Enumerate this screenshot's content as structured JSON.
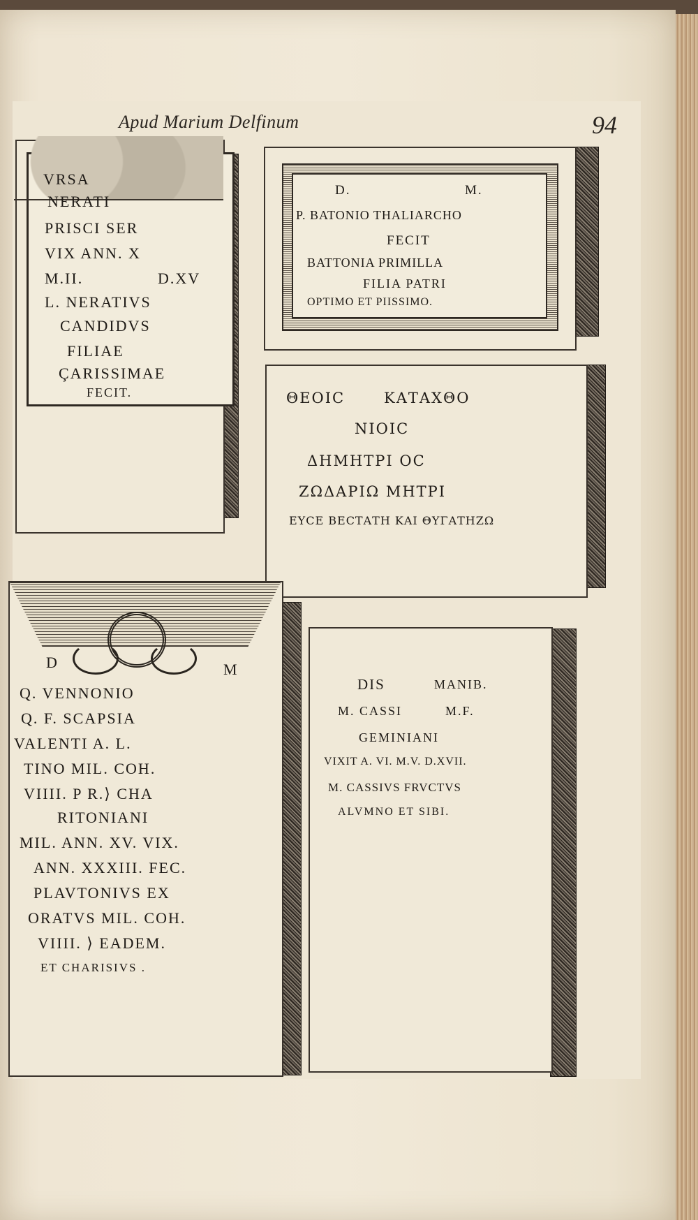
{
  "running_head": "Apud Marium Delfinum",
  "page_number": "94",
  "inscriptions": [
    {
      "id": "top-left",
      "lines": [
        "VRSA",
        "NERATI",
        "PRISCI SER",
        "VIX ANN. X",
        "M.II.",
        "D.XV",
        "L. NERATIVS",
        "CANDIDVS",
        "FILIAE",
        "ÇARISSIMAE",
        "FECIT."
      ]
    },
    {
      "id": "top-right",
      "lines": [
        "D.",
        "M.",
        "P. BATONIO THALIARCHO",
        "FECIT",
        "BATTONIA PRIMILLA",
        "FILIA PATRI",
        "OPTIMO ET PIISSIMO."
      ]
    },
    {
      "id": "middle-right-greek",
      "lines": [
        "ΘΕΟΙϹ",
        "ΚΑΤΑΧΘΟ",
        "ΝΙΟΙϹ",
        "ΔΗΜΗΤΡΙ ΟϹ",
        "ΖΩΔΑΡΙΩ ΜΗΤΡΙ",
        "ΕΥϹΕ ΒΕϹΤΑΤΗ ΚΑΙ ΘΥΓΑΤΗΖΩ"
      ]
    },
    {
      "id": "bottom-left",
      "lines": [
        "D",
        "M",
        "Q. VENNONIO",
        "Q. F. SCAPSIA",
        "VALENTI A. L.",
        "TINO MIL. COH.",
        "VIIII. P R.⟩ CHA",
        "RITONIANI",
        "MIL. ANN. XV. VIX.",
        "ANN. XXXIII. FEC.",
        "PLAVTONIVS EX",
        "ORATVS MIL. COH.",
        "VIIII. ⟩ EADEM.",
        "ET CHARISIVS ."
      ]
    },
    {
      "id": "bottom-right",
      "lines": [
        "DIS",
        "MANIB.",
        "M. CASSI",
        "M.F.",
        "GEMINIANI",
        "VIXIT A. VI. M.V. D.XVII.",
        "M. CASSIVS FRVCTVS",
        "ALVMNO ET SIBI."
      ]
    }
  ]
}
